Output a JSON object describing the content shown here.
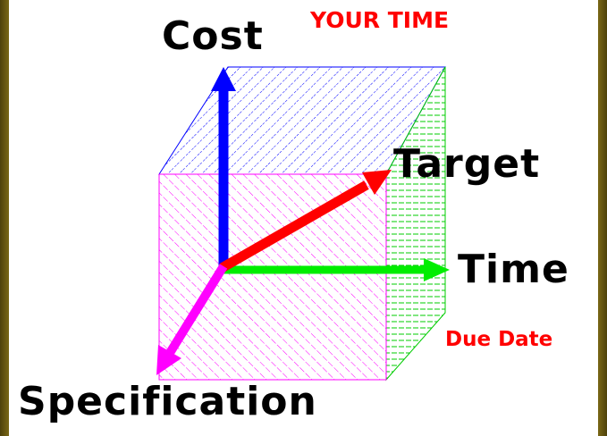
{
  "labels": {
    "cost": "Cost",
    "your_time": "YOUR TIME",
    "target": "Target",
    "time": "Time",
    "due_date": "Due Date",
    "specification": "Specification"
  },
  "colors": {
    "cost_axis": "#0000ff",
    "time_axis": "#00ee00",
    "target_axis": "#ff0000",
    "specification_axis": "#ff00ff",
    "top_face": "#0000ff",
    "side_face": "#00cc00",
    "front_face": "#ff00ff",
    "frame": "#6b5a12"
  }
}
